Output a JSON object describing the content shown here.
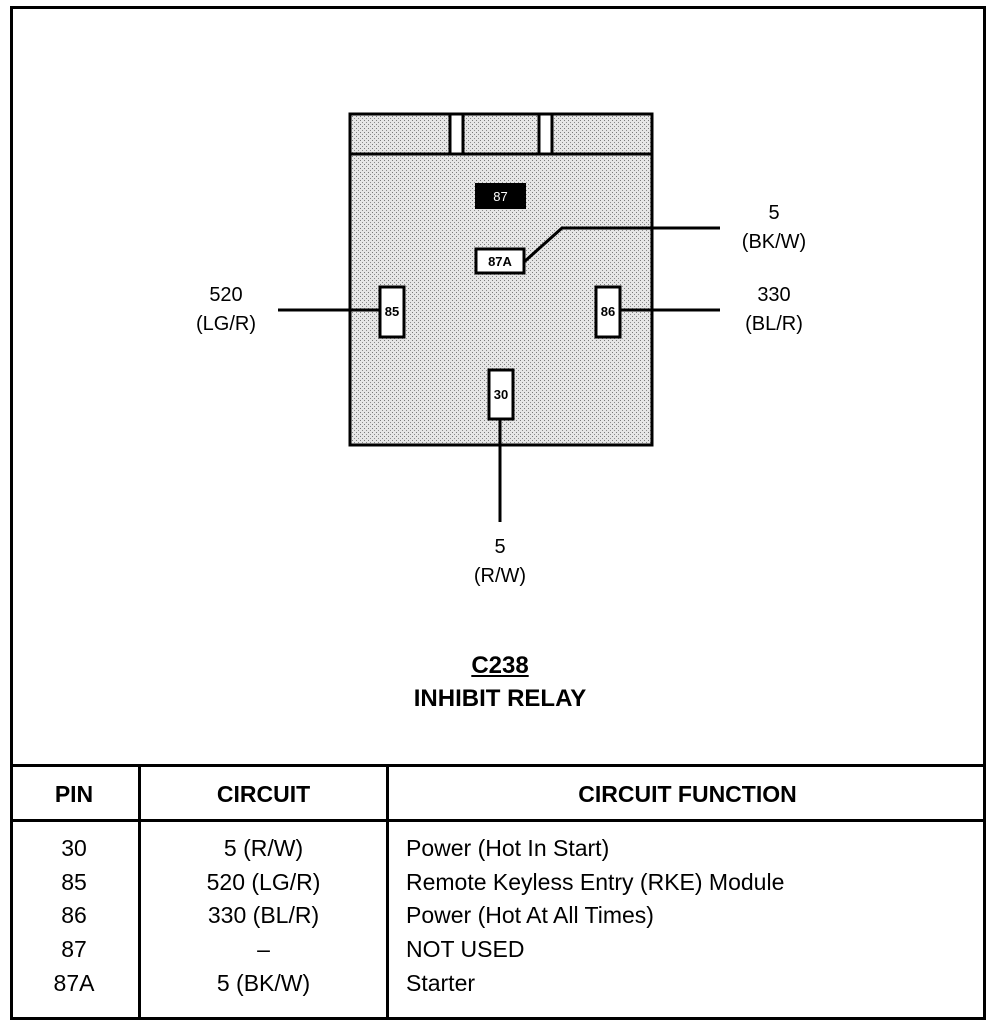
{
  "connector": {
    "code": "C238",
    "name": "INHIBIT RELAY"
  },
  "terminals": {
    "t87": "87",
    "t87a": "87A",
    "t85": "85",
    "t86": "86",
    "t30": "30"
  },
  "wires": {
    "w87a": {
      "circuit": "5",
      "color": "(BK/W)"
    },
    "w85": {
      "circuit": "520",
      "color": "(LG/R)"
    },
    "w86": {
      "circuit": "330",
      "color": "(BL/R)"
    },
    "w30": {
      "circuit": "5",
      "color": "(R/W)"
    }
  },
  "table": {
    "headers": [
      "PIN",
      "CIRCUIT",
      "CIRCUIT FUNCTION"
    ],
    "rows": [
      {
        "pin": "30",
        "circuit": "5 (R/W)",
        "function": "Power (Hot In Start)"
      },
      {
        "pin": "85",
        "circuit": "520 (LG/R)",
        "function": "Remote Keyless Entry (RKE) Module"
      },
      {
        "pin": "86",
        "circuit": "330 (BL/R)",
        "function": "Power (Hot At All Times)"
      },
      {
        "pin": "87",
        "circuit": "–",
        "function": "NOT USED"
      },
      {
        "pin": "87A",
        "circuit": "5 (BK/W)",
        "function": "Starter"
      }
    ]
  },
  "colors": {
    "line": "#000000",
    "body_fill": "#d9d9d9",
    "background": "#ffffff"
  }
}
